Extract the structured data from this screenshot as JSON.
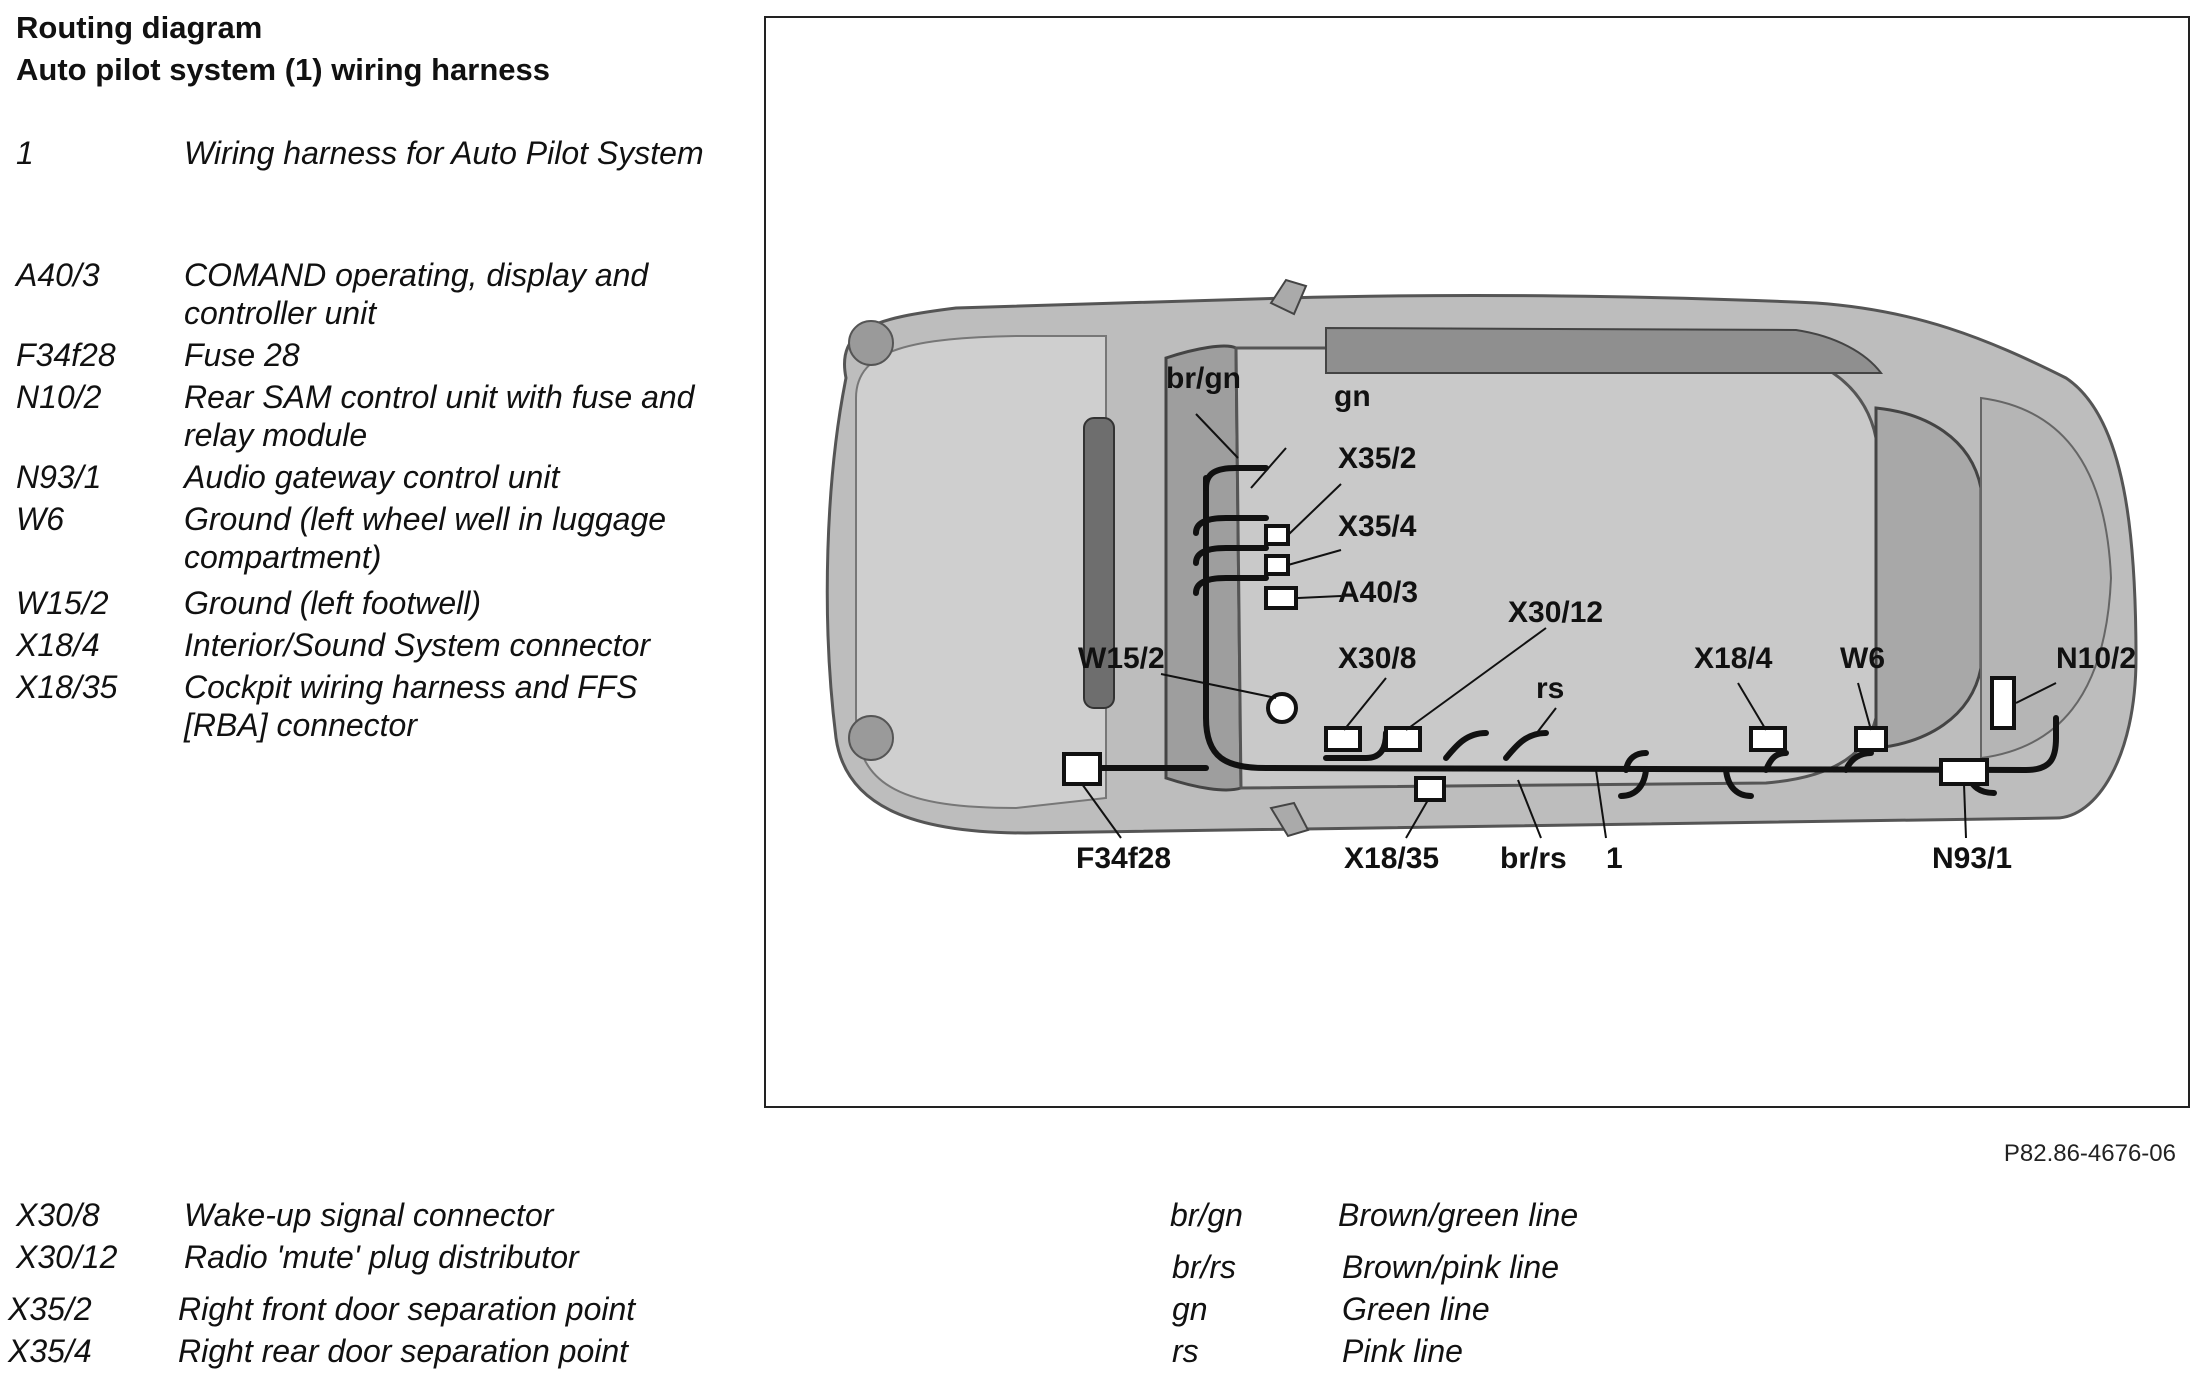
{
  "header": {
    "title_line1": "Routing diagram",
    "title_line2": "Auto pilot system (1) wiring harness"
  },
  "legend_top": [
    {
      "code": "1",
      "desc": "Wiring harness for Auto Pilot System"
    },
    {
      "code": "A40/3",
      "desc": "COMAND operating, display and controller unit"
    },
    {
      "code": "F34f28",
      "desc": "Fuse 28"
    },
    {
      "code": "N10/2",
      "desc": "Rear SAM control unit with fuse and relay module"
    },
    {
      "code": "N93/1",
      "desc": "Audio gateway control unit"
    },
    {
      "code": "W6",
      "desc": "Ground (left wheel well in luggage compartment)"
    },
    {
      "code": "W15/2",
      "desc": "Ground (left footwell)"
    },
    {
      "code": "X18/4",
      "desc": "Interior/Sound System connector"
    },
    {
      "code": "X18/35",
      "desc": "Cockpit wiring harness and FFS [RBA] connector"
    }
  ],
  "legend_bottom": [
    {
      "code": "X30/8",
      "desc": "Wake-up signal connector"
    },
    {
      "code": "X30/12",
      "desc": "Radio 'mute' plug distributor"
    },
    {
      "code": "X35/2",
      "desc": "Right front door separation point"
    },
    {
      "code": "X35/4",
      "desc": "Right rear door separation point"
    }
  ],
  "line_legend": [
    {
      "code": "br/gn",
      "desc": "Brown/green line"
    },
    {
      "code": "br/rs",
      "desc": "Brown/pink line"
    },
    {
      "code": "gn",
      "desc": "Green line"
    },
    {
      "code": "rs",
      "desc": "Pink line"
    }
  ],
  "diagram": {
    "labels": {
      "br_gn": "br/gn",
      "gn": "gn",
      "x35_2": "X35/2",
      "x35_4": "X35/4",
      "a40_3": "A40/3",
      "x30_12": "X30/12",
      "w15_2": "W15/2",
      "x30_8": "X30/8",
      "rs": "rs",
      "x18_4": "X18/4",
      "w6": "W6",
      "n10_2": "N10/2",
      "f34f28": "F34f28",
      "x18_35": "X18/35",
      "br_rs": "br/rs",
      "harness_1": "1",
      "n93_1": "N93/1"
    },
    "colors": {
      "car_body": "#bdbdbd",
      "car_dark": "#8a8a8a",
      "glass": "#9e9e9e",
      "harness": "#111111"
    }
  },
  "reference": "P82.86-4676-06"
}
